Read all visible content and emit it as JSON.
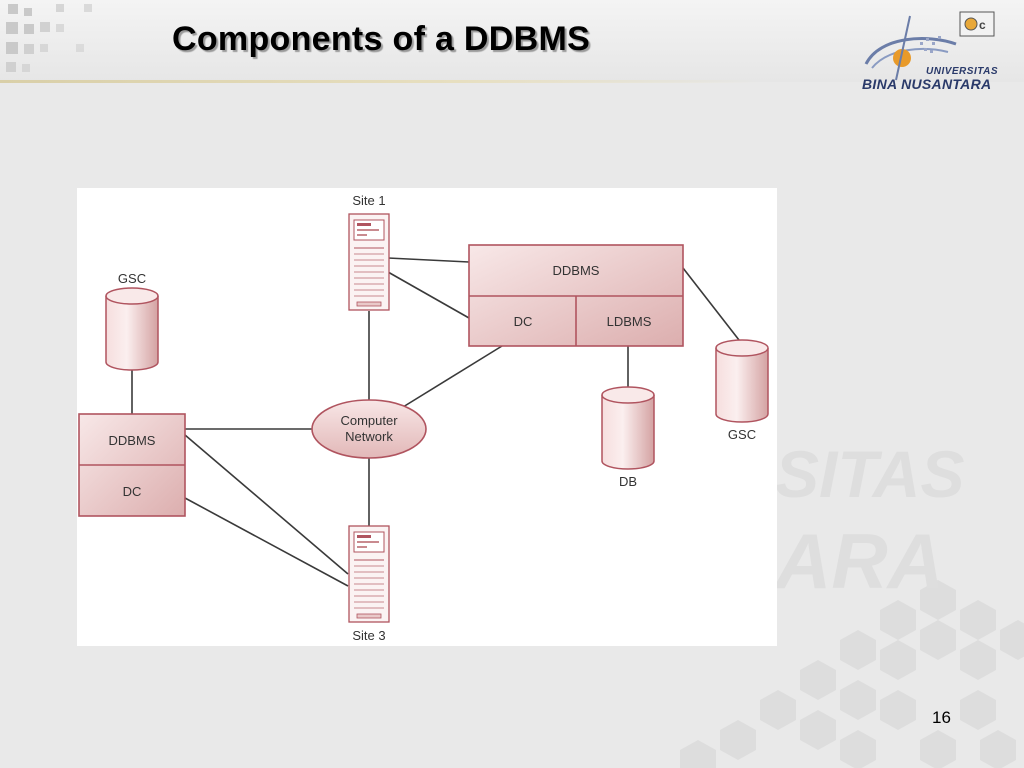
{
  "slide": {
    "title": "Components of a DDBMS",
    "page_number": "16",
    "logo": {
      "line1": "UNIVERSITAS",
      "line2": "BINA NUSANTARA"
    },
    "watermark": [
      "SITAS",
      "ARA"
    ]
  },
  "diagram": {
    "site1_label": "Site 1",
    "site3_label": "Site 3",
    "network_label_line1": "Computer",
    "network_label_line2": "Network",
    "left": {
      "gsc_label": "GSC",
      "ddbms_label": "DDBMS",
      "dc_label": "DC"
    },
    "right": {
      "ddbms_label": "DDBMS",
      "dc_label": "DC",
      "ldbms_label": "LDBMS",
      "db_label": "DB",
      "gsc_label": "GSC"
    }
  },
  "colors": {
    "box_fill_top": "#f7e4e4",
    "box_fill_bottom": "#deb0b0",
    "stroke": "#b0545f"
  },
  "icons": [
    "server-icon",
    "database-cylinder-icon",
    "network-ellipse-icon",
    "university-logo-icon"
  ]
}
